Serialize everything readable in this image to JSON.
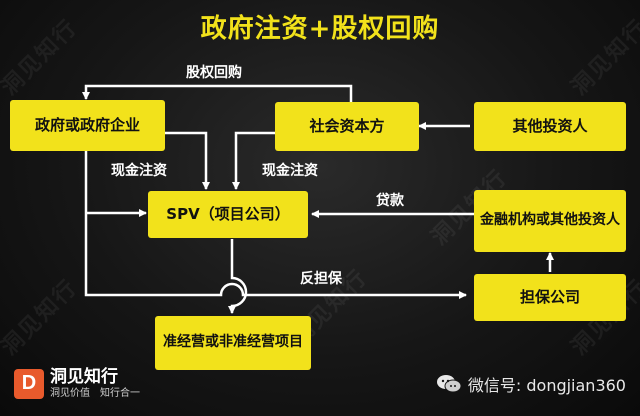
{
  "title": "政府注资+股权回购",
  "nodes": {
    "gov": "政府或政府企业",
    "social": "社会资本方",
    "other_investor": "其他投资人",
    "spv": "SPV（项目公司）",
    "finance": "金融机构或其他投资人",
    "project": "准经营或非准经营项目",
    "guarantee": "担保公司"
  },
  "edge_labels": {
    "buyback": "股权回购",
    "cash_gov": "现金注资",
    "cash_social": "现金注资",
    "loan": "贷款",
    "counter_guarantee": "反担保"
  },
  "watermark": {
    "text": "洞见知行"
  },
  "brand": {
    "name": "洞见知行",
    "slogan": "洞见价值　知行合一",
    "mark": "D"
  },
  "wechat": {
    "label": "微信号: dongjian360"
  },
  "colors": {
    "box": "#f2e21b",
    "title": "#f2e21b",
    "line": "#ffffff",
    "background": "#161616"
  }
}
